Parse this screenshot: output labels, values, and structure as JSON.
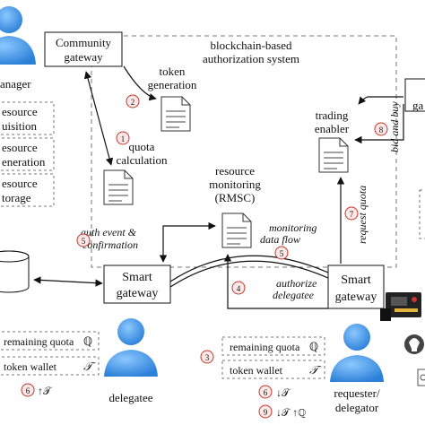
{
  "system": {
    "title_line1": "blockchain-based",
    "title_line2": "authorization system"
  },
  "community_gateway": {
    "line1": "Community",
    "line2": "gateway"
  },
  "manager": {
    "label": "anager"
  },
  "manager_boxes": [
    "esource",
    "uisition",
    "esource",
    "eneration",
    "esource",
    "torage"
  ],
  "token_generation": {
    "line1": "token",
    "line2": "generation"
  },
  "quota_calculation": {
    "line1": "quota",
    "line2": "calculation"
  },
  "rmsc": {
    "line1": "resource",
    "line2": "monitoring",
    "line3": "(RMSC)"
  },
  "trading_enabler": {
    "line1": "trading",
    "line2": "enabler"
  },
  "right_gateway_fragment": "ga",
  "smart_gateway_left": {
    "line1": "Smart",
    "line2": "gateway"
  },
  "smart_gateway_right": {
    "line1": "Smart",
    "line2": "gateway"
  },
  "step_labels": {
    "auth_line1": "auth event &",
    "auth_line2": "confirmation",
    "monitoring_line1": "monitoring",
    "monitoring_line2": "data flow",
    "authorize_line1": "authorize",
    "authorize_line2": "delegatee",
    "request_quota": "request quota",
    "bid_and_buy": "bid and buy"
  },
  "steps": [
    "1",
    "2",
    "5",
    "5",
    "4",
    "7",
    "8",
    "3",
    "6",
    "9",
    "6"
  ],
  "delegatee": {
    "label": "delegatee",
    "remaining_quota": "remaining quota",
    "quota_symbol": "ℚ",
    "token_wallet": "token wallet",
    "token_symbol": "𝒯",
    "step6_text": "↑𝒯"
  },
  "requester": {
    "label_line1": "requester/",
    "label_line2": "delegator",
    "remaining_quota": "remaining quota",
    "quota_symbol": "ℚ",
    "token_wallet": "token wallet",
    "token_symbol": "𝒯",
    "step6_text": "↓𝒯",
    "step9_text": "↓𝒯 ↑ℚ"
  },
  "colors": {
    "badge_stroke": "#c0392b",
    "badge_fill": "#fde7e7",
    "person": "#3b97e8",
    "dash": "#777777"
  }
}
